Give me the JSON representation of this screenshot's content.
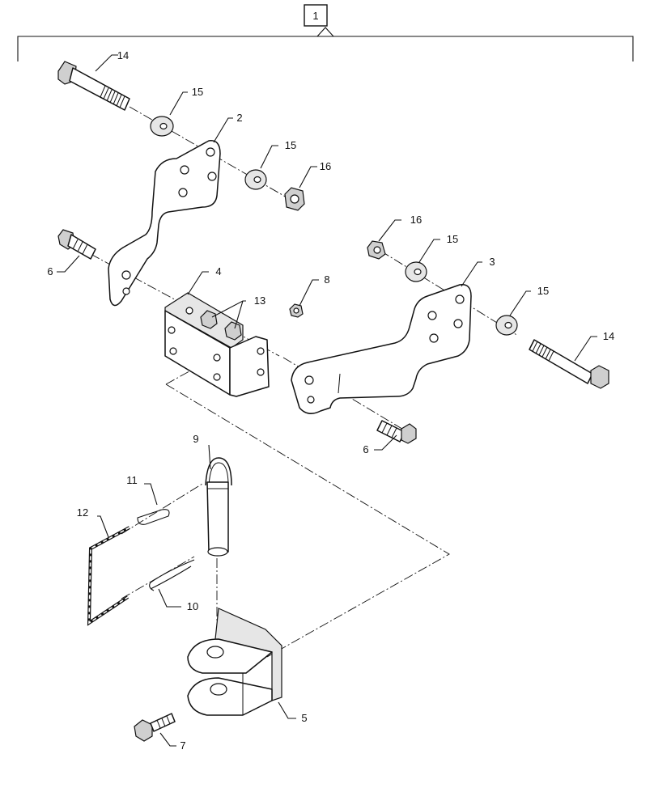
{
  "assembly": {
    "item": "1"
  },
  "callouts": {
    "c14a": "14",
    "c15a": "15",
    "c2": "2",
    "c15b": "15",
    "c16a": "16",
    "c6a": "6",
    "c4": "4",
    "c13": "13",
    "c8": "8",
    "c16b": "16",
    "c15c": "15",
    "c3": "3",
    "c15d": "15",
    "c14b": "14",
    "c6b": "6",
    "c9": "9",
    "c11": "11",
    "c12": "12",
    "c10": "10",
    "c5": "5",
    "c7": "7"
  },
  "colors": {
    "line": "#111111",
    "part_fill": "#ffffff",
    "shading": "#e6e6e6"
  }
}
